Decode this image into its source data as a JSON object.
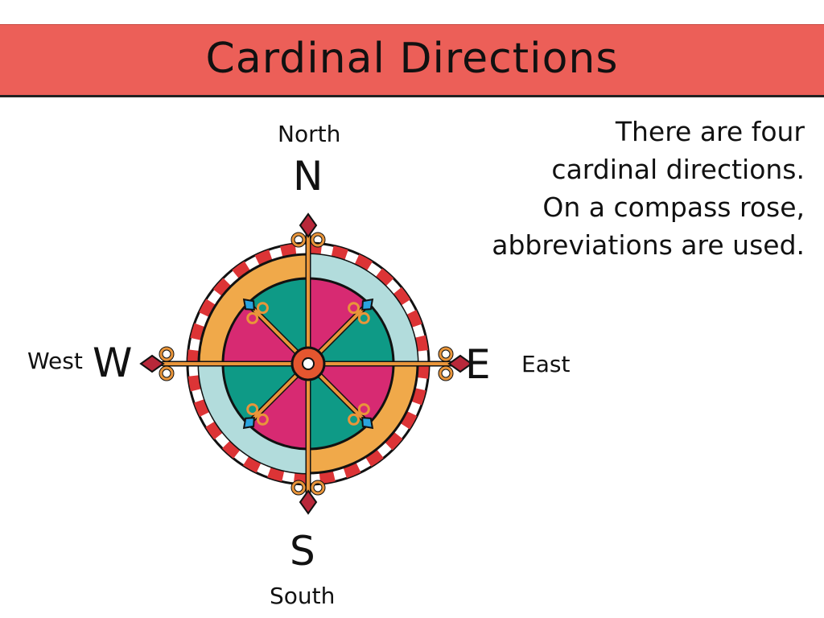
{
  "title": "Cardinal Directions",
  "directions": {
    "north": {
      "word": "North",
      "abbr": "N"
    },
    "south": {
      "word": "South",
      "abbr": "S"
    },
    "east": {
      "word": "East",
      "abbr": "E"
    },
    "west": {
      "word": "West",
      "abbr": "W"
    }
  },
  "description": [
    "There are four",
    "cardinal directions.",
    "On a compass rose,",
    "abbreviations are used."
  ],
  "colors": {
    "banner": "#ec5f58",
    "pink": "#d72a72",
    "teal": "#0e9a86",
    "orange": "#f0a94a",
    "lightblue": "#b2dcdc",
    "red": "#dc3436",
    "gold": "#e9953a"
  }
}
